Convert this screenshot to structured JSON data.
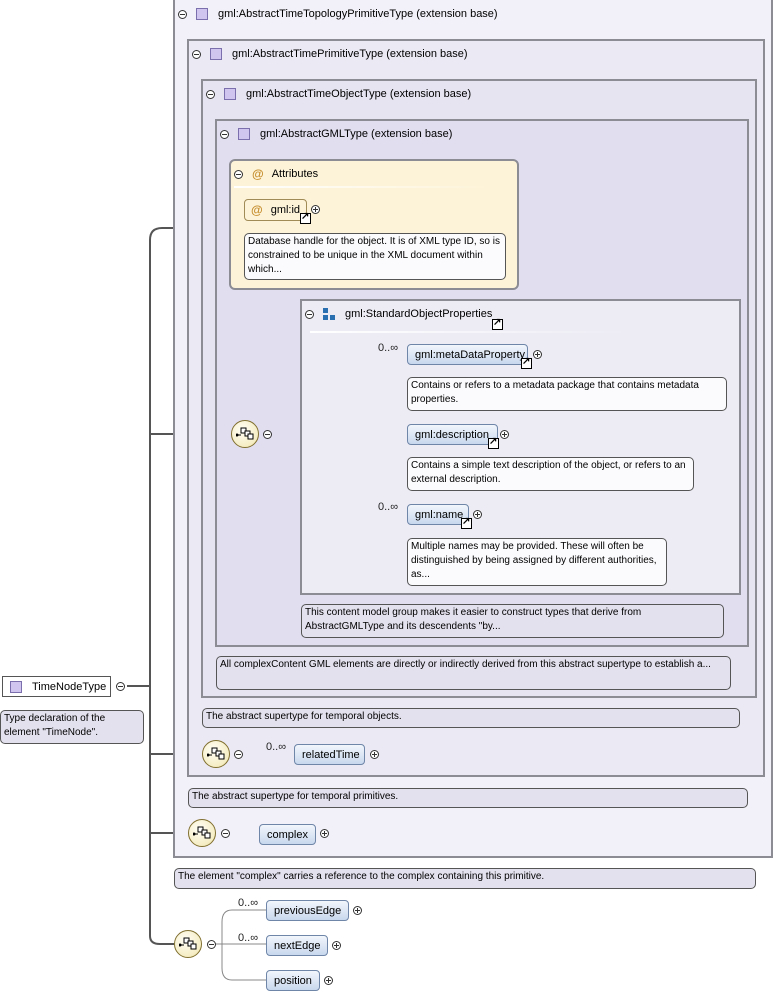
{
  "root": {
    "label": "TimeNodeType",
    "doc": "Type declaration of the element \"TimeNode\"."
  },
  "frames": {
    "topology": {
      "label": "gml:AbstractTimeTopologyPrimitiveType (extension base)",
      "doc": "The element \"complex\" carries a reference to the complex containing this primitive."
    },
    "primitive": {
      "label": "gml:AbstractTimePrimitiveType (extension base)",
      "doc": "The abstract supertype for temporal primitives."
    },
    "object": {
      "label": "gml:AbstractTimeObjectType (extension base)",
      "doc": "The abstract supertype for temporal objects."
    },
    "gml": {
      "label": "gml:AbstractGMLType (extension base)",
      "doc": "All complexContent GML elements are directly or indirectly derived from this abstract supertype to establish a..."
    }
  },
  "attributes": {
    "title": "Attributes",
    "at_symbol": "@",
    "id_label": "gml:id",
    "id_doc": "Database handle for the object. It is of XML type ID, so is constrained to be unique in the XML document within which..."
  },
  "group": {
    "label": "gml:StandardObjectProperties",
    "doc": "This content model group makes it easier to construct types that derive from AbstractGMLType and its descendents \"by...",
    "items": [
      {
        "label": "gml:metaDataProperty",
        "card": "0..∞",
        "doc": "Contains or refers to a metadata package that contains metadata properties."
      },
      {
        "label": "gml:description",
        "card": "",
        "doc": "Contains a simple text description of the object, or refers to an external description."
      },
      {
        "label": "gml:name",
        "card": "0..∞",
        "doc": "Multiple names may be provided. These will often be distinguished by being assigned by different authorities, as..."
      }
    ]
  },
  "related": {
    "label": "relatedTime",
    "card": "0..∞"
  },
  "complex": {
    "label": "complex"
  },
  "final_seq": [
    {
      "label": "previousEdge",
      "card": "0..∞"
    },
    {
      "label": "nextEdge",
      "card": "0..∞"
    },
    {
      "label": "position",
      "card": ""
    }
  ],
  "colors": {
    "frame_border": "#8c8c94",
    "element_border": "#6f86a8",
    "compositor_fill": "#f5edc4",
    "attributes_fill": "#fdf3d8",
    "type_icon": "#cfc5ef",
    "connector": "#555555"
  }
}
